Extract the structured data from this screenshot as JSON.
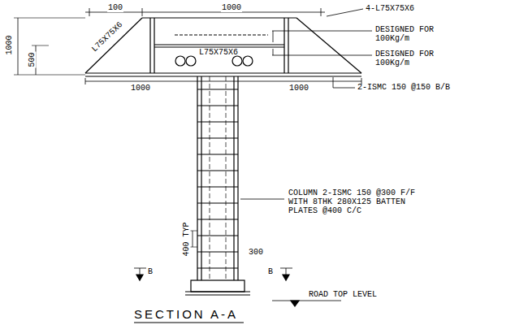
{
  "diagram": {
    "title": "SECTION A-A",
    "labels": [
      "100",
      "1000",
      "1000",
      "500",
      "L75X75X6",
      "L75X75X6",
      "4-L75X75X6",
      "DESIGNED FOR 100Kg/m",
      "DESIGNED FOR 100Kg/m",
      "1000",
      "1000",
      "2-ISMC 150 @150 B/B",
      "COLUMN 2-ISMC 150 @300 F/F WITH 8THK 280X125 BATTEN PLATES @400 C/C",
      "400 TYP",
      "300",
      "B",
      "B",
      "ROAD TOP LEVEL"
    ]
  }
}
